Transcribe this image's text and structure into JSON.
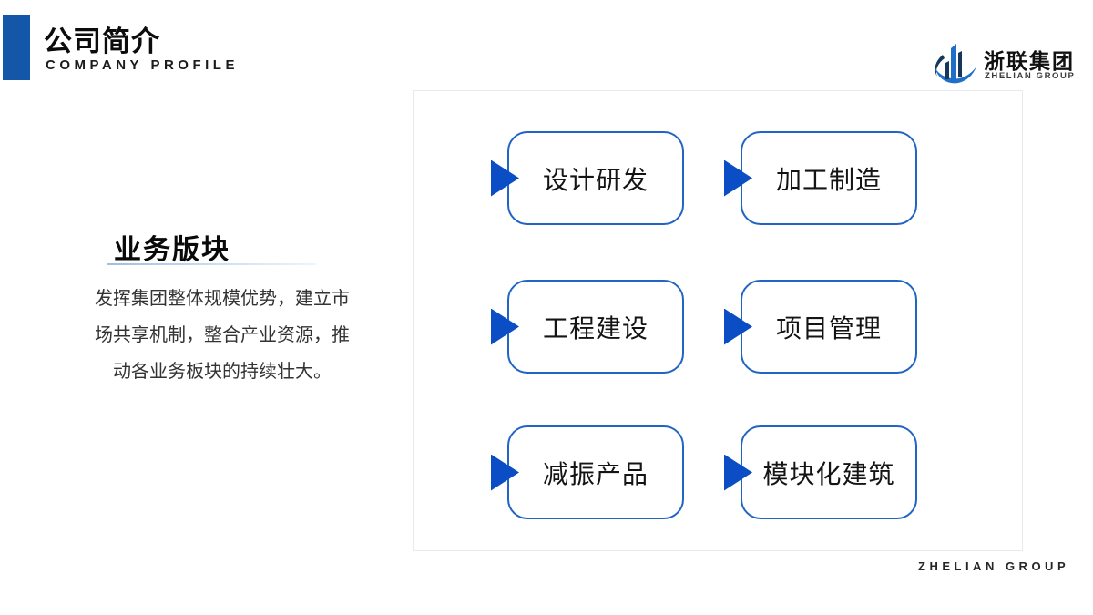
{
  "page": {
    "title": "公司简介",
    "subtitle": "COMPANY PROFILE",
    "footer": "ZHELIAN GROUP"
  },
  "logo": {
    "name": "浙联集团",
    "name_en": "ZHELIAN GROUP"
  },
  "section": {
    "heading": "业务版块",
    "description": "发挥集团整体规模优势，建立市场共享机制，整合产业资源，推动各业务板块的持续壮大。"
  },
  "business_blocks": {
    "items": [
      {
        "label": "设计研发"
      },
      {
        "label": "加工制造"
      },
      {
        "label": "工程建设"
      },
      {
        "label": "项目管理"
      },
      {
        "label": "减振产品"
      },
      {
        "label": "模块化建筑"
      }
    ]
  },
  "colors": {
    "accent_bar": "#1457a8",
    "box_border": "#2064c4",
    "arrow": "#0b4dc4",
    "logo_blue": "#1f6fc9",
    "logo_navy": "#16365c",
    "underline": "#9dbde2"
  }
}
